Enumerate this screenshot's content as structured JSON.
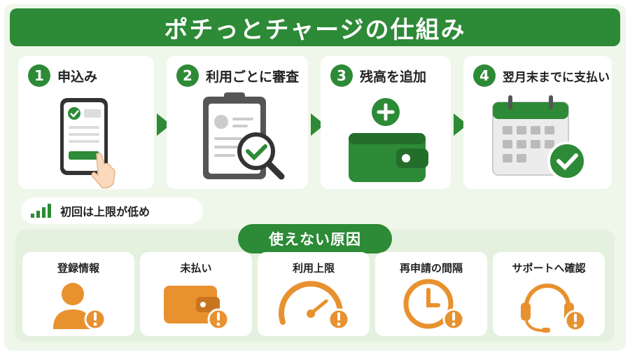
{
  "title": "ポチっとチャージの仕組み",
  "steps": [
    {
      "number": "1",
      "label": "申込み",
      "icon": "smartphone-icon"
    },
    {
      "number": "2",
      "label": "利用ごとに審査",
      "icon": "clipboard-magnifier-icon"
    },
    {
      "number": "3",
      "label": "残高を追加",
      "icon": "wallet-plus-icon"
    },
    {
      "number": "4",
      "label": "翌月末までに支払い",
      "icon": "calendar-check-icon"
    }
  ],
  "note": {
    "text": "初回は上限が低め",
    "icon": "signal-bars-icon"
  },
  "causes_title": "使えない原因",
  "causes": [
    {
      "label": "登録情報",
      "icon": "person-icon"
    },
    {
      "label": "未払い",
      "icon": "wallet-icon"
    },
    {
      "label": "利用上限",
      "icon": "gauge-icon"
    },
    {
      "label": "再申請の間隔",
      "icon": "clock-icon"
    },
    {
      "label": "サポートへ確認",
      "icon": "headset-icon"
    }
  ],
  "colors": {
    "green": "#2d8a36",
    "orange": "#e8912f",
    "background": "#eef7ea"
  }
}
